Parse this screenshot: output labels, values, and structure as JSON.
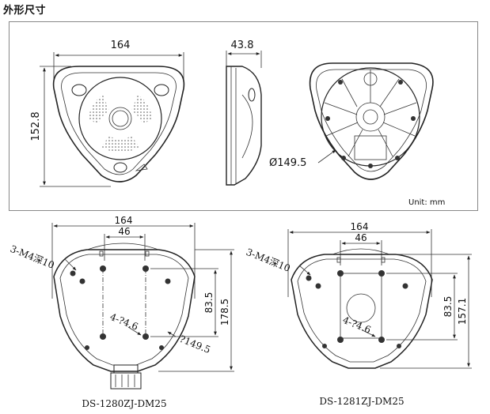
{
  "page": {
    "title": "外形尺寸"
  },
  "top_panel": {
    "front_view": {
      "width_label": "164",
      "height_label": "152.8"
    },
    "side_view": {
      "depth_label": "43.8"
    },
    "back_view": {
      "diameter_label": "Ø149.5"
    },
    "unit_label": "Unit: mm"
  },
  "mount_left": {
    "model": "DS-1280ZJ-DM25",
    "width_label": "164",
    "hole_spacing_label": "46",
    "screw_label": "3-M4深10",
    "hole_label": "4-?4.6",
    "inner_height_label": "83.5",
    "total_height_label": "178.5",
    "diameter_label": "?149.5"
  },
  "mount_right": {
    "model": "DS-1281ZJ-DM25",
    "width_label": "164",
    "hole_spacing_label": "46",
    "screw_label": "3-M4深10",
    "hole_label": "4-?4.6",
    "inner_height_label": "83.5",
    "total_height_label": "157.1"
  }
}
